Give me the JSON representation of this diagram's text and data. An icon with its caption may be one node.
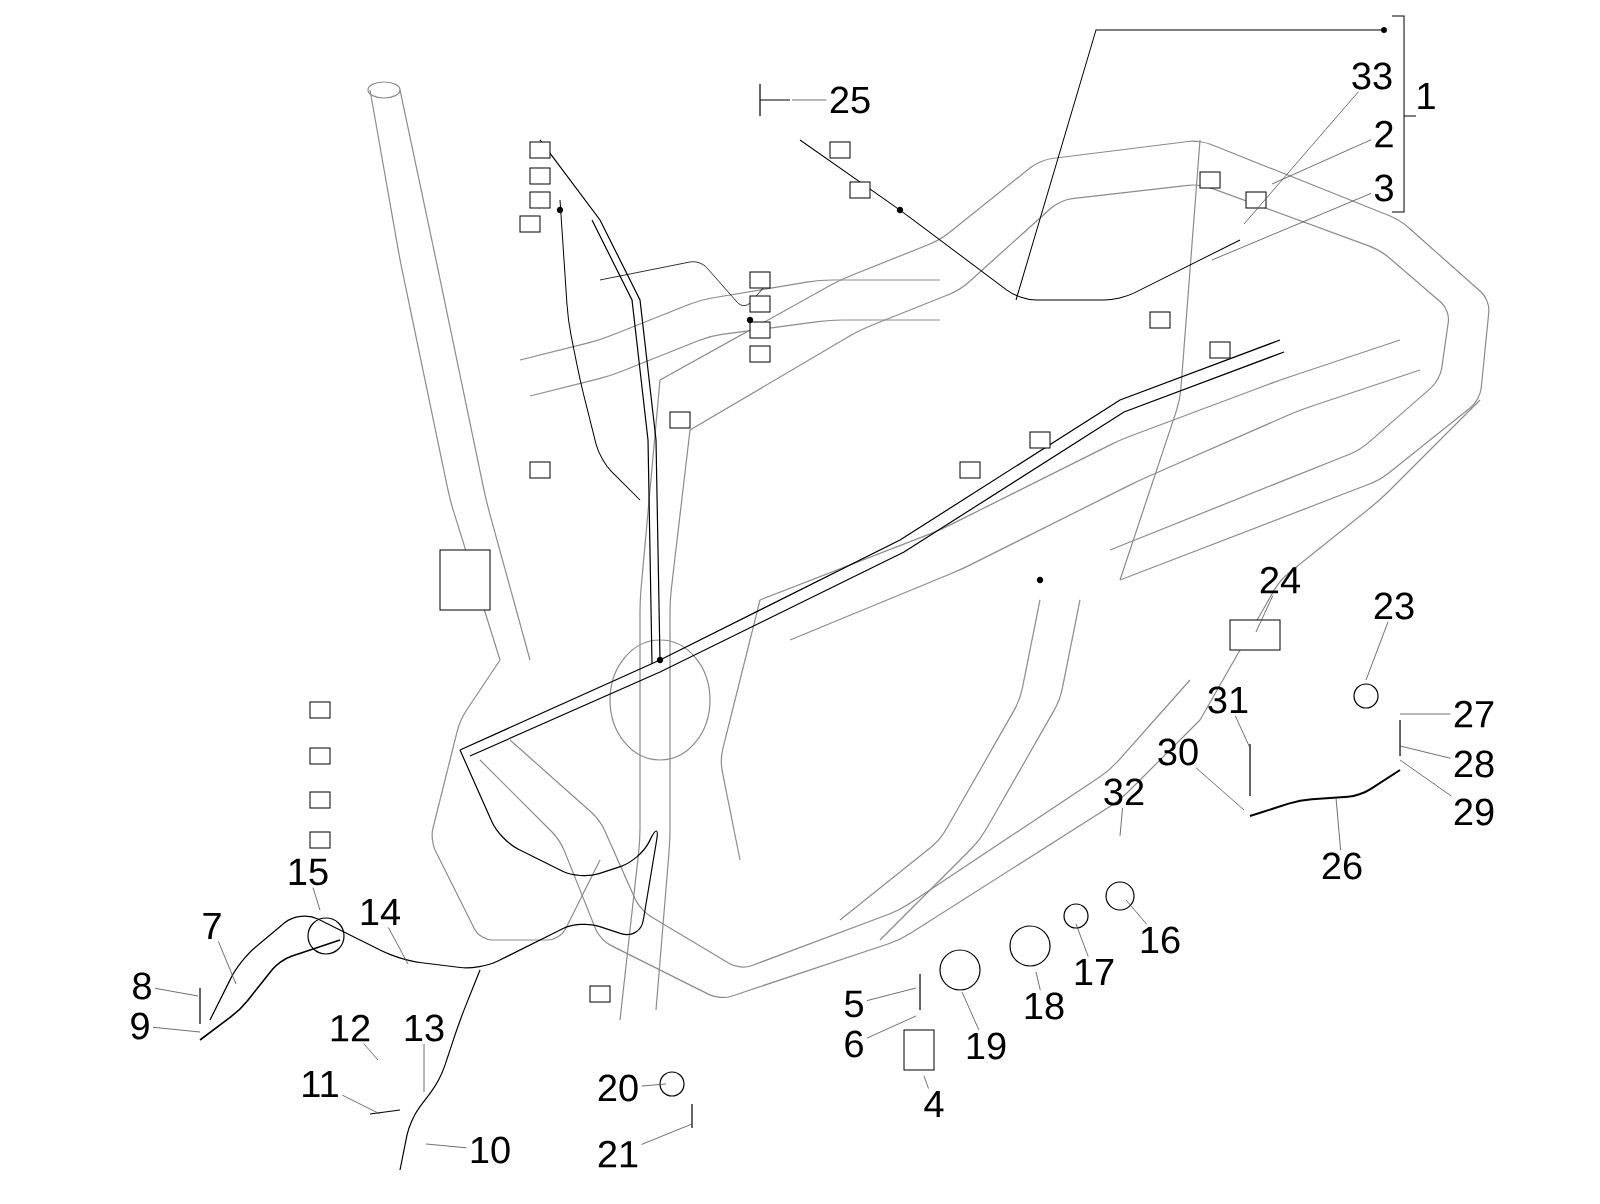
{
  "diagram": {
    "nodes": [
      {
        "text": [
          "25"
        ]
      },
      {
        "text": [
          "33"
        ]
      },
      {
        "text": [
          "1"
        ]
      },
      {
        "text": [
          "2"
        ]
      },
      {
        "text": [
          "3"
        ]
      },
      {
        "text": [
          "24"
        ]
      },
      {
        "text": [
          "23"
        ]
      },
      {
        "text": [
          "31"
        ]
      },
      {
        "text": [
          "27"
        ]
      },
      {
        "text": [
          "30"
        ]
      },
      {
        "text": [
          "28"
        ]
      },
      {
        "text": [
          "32"
        ]
      },
      {
        "text": [
          "29"
        ]
      },
      {
        "text": [
          "26"
        ]
      },
      {
        "text": [
          "15"
        ]
      },
      {
        "text": [
          "14"
        ]
      },
      {
        "text": [
          "7"
        ]
      },
      {
        "text": [
          "16"
        ]
      },
      {
        "text": [
          "17"
        ]
      },
      {
        "text": [
          "8"
        ]
      },
      {
        "text": [
          "5"
        ]
      },
      {
        "text": [
          "18"
        ]
      },
      {
        "text": [
          "9"
        ]
      },
      {
        "text": [
          "12"
        ]
      },
      {
        "text": [
          "13"
        ]
      },
      {
        "text": [
          "6"
        ]
      },
      {
        "text": [
          "19"
        ]
      },
      {
        "text": [
          "11"
        ]
      },
      {
        "text": [
          "20"
        ]
      },
      {
        "text": [
          "4"
        ]
      },
      {
        "text": [
          "10"
        ]
      },
      {
        "text": [
          "21"
        ]
      }
    ],
    "edges": [
      {
        "from": 0,
        "to": null,
        "arrow": "none"
      },
      {
        "from": 1,
        "to": null,
        "arrow": "none"
      },
      {
        "from": 3,
        "to": null,
        "arrow": "none"
      },
      {
        "from": 4,
        "to": null,
        "arrow": "none"
      },
      {
        "from": 5,
        "to": null,
        "arrow": "none"
      },
      {
        "from": 6,
        "to": null,
        "arrow": "none"
      },
      {
        "from": 7,
        "to": null,
        "arrow": "none"
      },
      {
        "from": 8,
        "to": null,
        "arrow": "none"
      },
      {
        "from": 9,
        "to": null,
        "arrow": "none"
      },
      {
        "from": 10,
        "to": null,
        "arrow": "none"
      },
      {
        "from": 11,
        "to": null,
        "arrow": "none"
      },
      {
        "from": 12,
        "to": null,
        "arrow": "none"
      },
      {
        "from": 13,
        "to": null,
        "arrow": "none"
      },
      {
        "from": 14,
        "to": null,
        "arrow": "none"
      },
      {
        "from": 15,
        "to": null,
        "arrow": "none"
      },
      {
        "from": 16,
        "to": null,
        "arrow": "none"
      },
      {
        "from": 17,
        "to": null,
        "arrow": "none"
      },
      {
        "from": 18,
        "to": null,
        "arrow": "none"
      },
      {
        "from": 19,
        "to": null,
        "arrow": "none"
      },
      {
        "from": 20,
        "to": null,
        "arrow": "none"
      },
      {
        "from": 21,
        "to": null,
        "arrow": "none"
      },
      {
        "from": 22,
        "to": null,
        "arrow": "none"
      },
      {
        "from": 23,
        "to": null,
        "arrow": "none"
      },
      {
        "from": 24,
        "to": null,
        "arrow": "none"
      },
      {
        "from": 25,
        "to": null,
        "arrow": "none"
      },
      {
        "from": 26,
        "to": null,
        "arrow": "none"
      },
      {
        "from": 27,
        "to": null,
        "arrow": "none"
      },
      {
        "from": 28,
        "to": null,
        "arrow": "none"
      },
      {
        "from": 29,
        "to": null,
        "arrow": "none"
      },
      {
        "from": 30,
        "to": null,
        "arrow": "none"
      },
      {
        "from": 31,
        "to": null,
        "arrow": "none"
      }
    ]
  }
}
